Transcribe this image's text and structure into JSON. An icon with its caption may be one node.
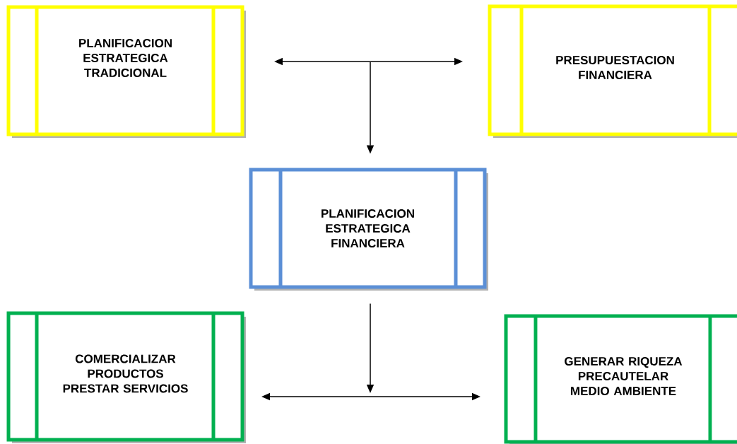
{
  "diagram": {
    "nodes": [
      {
        "text": [
          "PLANIFICACION ESTRATEGICA TRADICIONAL"
        ]
      },
      {
        "text": [
          "PRESUPUESTACION FINANCIERA"
        ]
      },
      {
        "text": [
          "PLANIFICACION ESTRATEGICA FINANCIERA"
        ]
      },
      {
        "text": [
          "COMERCIALIZAR PRODUCTOS PRESTAR SERVICIOS"
        ]
      },
      {
        "text": [
          "GENERAR RIQUEZA PRECAUTELAR MEDIO AMBIENTE"
        ]
      }
    ],
    "edges": [
      {
        "from": 0,
        "to": 1,
        "arrow": "both"
      },
      {
        "from": null,
        "to": 2,
        "arrow": "to"
      },
      {
        "from": 2,
        "to": null,
        "arrow": "to"
      },
      {
        "from": 3,
        "to": 4,
        "arrow": "both"
      }
    ]
  }
}
